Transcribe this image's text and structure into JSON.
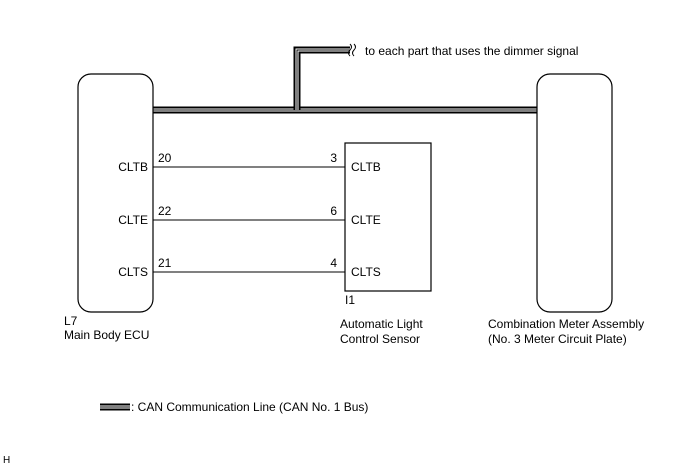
{
  "bus_note": "to each part that uses the dimmer signal",
  "ecu": {
    "id": "L7",
    "name": "Main Body ECU",
    "pins": [
      {
        "label": "CLTB",
        "number": "20"
      },
      {
        "label": "CLTE",
        "number": "22"
      },
      {
        "label": "CLTS",
        "number": "21"
      }
    ]
  },
  "sensor": {
    "id": "I1",
    "name_line1": "Automatic Light",
    "name_line2": "Control Sensor",
    "pins": [
      {
        "label": "CLTB",
        "number": "3"
      },
      {
        "label": "CLTE",
        "number": "6"
      },
      {
        "label": "CLTS",
        "number": "4"
      }
    ]
  },
  "meter": {
    "name_line1": "Combination Meter Assembly",
    "name_line2": "(No. 3 Meter Circuit Plate)"
  },
  "legend": {
    "text": ": CAN Communication Line (CAN No. 1 Bus)"
  },
  "footer_mark": "H"
}
